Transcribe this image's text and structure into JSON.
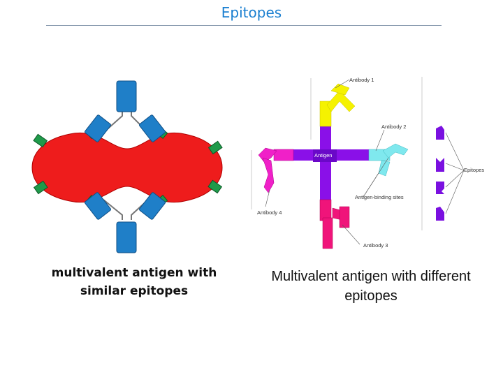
{
  "title": "Epitopes",
  "left_figure": {
    "caption": "multivalent  antigen with similar epitopes"
  },
  "right_figure": {
    "caption": "Multivalent  antigen with different epitopes",
    "labels": {
      "antibody1": "Antibody 1",
      "antibody2": "Antibody 2",
      "antibody3": "Antibody 3",
      "antibody4": "Antibody 4",
      "antigen": "Antigen",
      "binding_sites": "Antigen-binding sites",
      "epitopes": "Epitopes"
    }
  },
  "colors": {
    "title": "#1a7fd0",
    "antigen_left": "#ee1c1c",
    "antibody_left": "#1f7fc8",
    "epitope_left": "#1f9a4a",
    "antigen_right": "#8a10e8",
    "antibody1": "#f5f200",
    "antibody2": "#7fe8ee",
    "antibody3": "#f0147a",
    "antibody4": "#f020c8",
    "epitope_right": "#7a10e0"
  }
}
